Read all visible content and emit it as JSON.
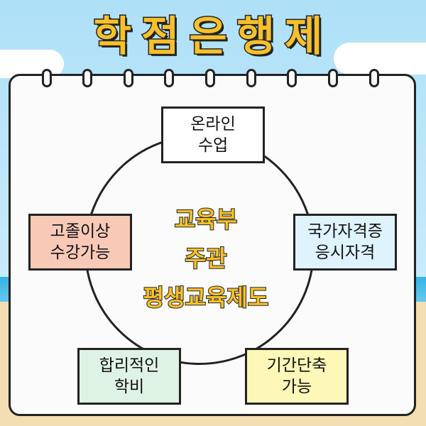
{
  "title": "학점은행제",
  "center": {
    "lines": [
      "교육부",
      "주관",
      "평생교육제도"
    ]
  },
  "nodes": {
    "top": {
      "lines": [
        "온라인",
        "수업"
      ],
      "color": "#ffffff"
    },
    "right": {
      "lines": [
        "국가자격증",
        "응시자격"
      ],
      "color": "#dff3fd"
    },
    "bottom_right": {
      "lines": [
        "기간단축",
        "가능"
      ],
      "color": "#fdf7b8"
    },
    "bottom_left": {
      "lines": [
        "합리적인",
        "학비"
      ],
      "color": "#dff3e4"
    },
    "left": {
      "lines": [
        "고졸이상",
        "수강가능"
      ],
      "color": "#f9c9b8"
    }
  },
  "colors": {
    "title_fill": "#f7c02a",
    "outline": "#222222",
    "board": "#fbfbfb",
    "sky": "#aee0f8",
    "sea": "#34b4e6",
    "sand": "#f3ddb3"
  }
}
